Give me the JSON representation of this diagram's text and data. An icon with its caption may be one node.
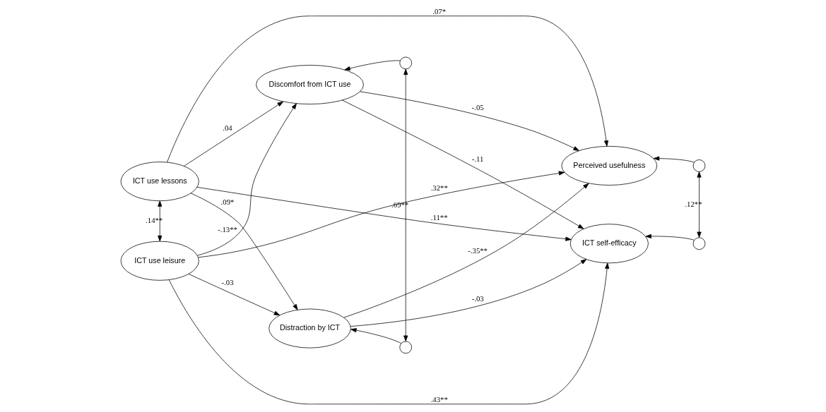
{
  "diagram": {
    "nodes": [
      {
        "text": [
          "ICT use lessons"
        ]
      },
      {
        "text": [
          "ICT use leisure"
        ]
      },
      {
        "text": [
          "Discomfort from ICT use"
        ]
      },
      {
        "text": [
          "Distraction by ICT"
        ]
      },
      {
        "text": [
          "Perceived usefulness"
        ]
      },
      {
        "text": [
          "ICT self-efficacy"
        ]
      },
      {
        "text": [],
        "shape": "circle"
      },
      {
        "text": [],
        "shape": "circle"
      },
      {
        "text": [],
        "shape": "circle"
      },
      {
        "text": [],
        "shape": "circle"
      }
    ],
    "edges": [
      {
        "from": 0,
        "to": 1,
        "arrow": "both",
        "label": ".14**"
      },
      {
        "from": 0,
        "to": 2,
        "arrow": "to",
        "label": ".04"
      },
      {
        "from": 0,
        "to": 3,
        "arrow": "to",
        "label": ".09*"
      },
      {
        "from": 1,
        "to": 2,
        "arrow": "to",
        "label": "-.13**"
      },
      {
        "from": 1,
        "to": 3,
        "arrow": "to",
        "label": "-.03"
      },
      {
        "from": 2,
        "to": 4,
        "arrow": "to",
        "label": "-.05"
      },
      {
        "from": 2,
        "to": 5,
        "arrow": "to",
        "label": "-.11"
      },
      {
        "from": 3,
        "to": 4,
        "arrow": "to",
        "label": "-.35**"
      },
      {
        "from": 3,
        "to": 5,
        "arrow": "to",
        "label": "-.03"
      },
      {
        "from": 0,
        "to": 4,
        "arrow": "to",
        "label": ".07*"
      },
      {
        "from": 0,
        "to": 5,
        "arrow": "to",
        "label": ".11**"
      },
      {
        "from": 1,
        "to": 4,
        "arrow": "to",
        "label": ".32**"
      },
      {
        "from": 1,
        "to": 5,
        "arrow": "to",
        "label": ".43**"
      },
      {
        "from": 6,
        "to": 2,
        "arrow": "to"
      },
      {
        "from": 7,
        "to": 3,
        "arrow": "to"
      },
      {
        "from": 6,
        "to": 7,
        "arrow": "both",
        "label": ".69**"
      },
      {
        "from": 8,
        "to": 4,
        "arrow": "to"
      },
      {
        "from": 9,
        "to": 5,
        "arrow": "to"
      },
      {
        "from": 8,
        "to": 9,
        "arrow": "both",
        "label": ".12**"
      }
    ]
  }
}
